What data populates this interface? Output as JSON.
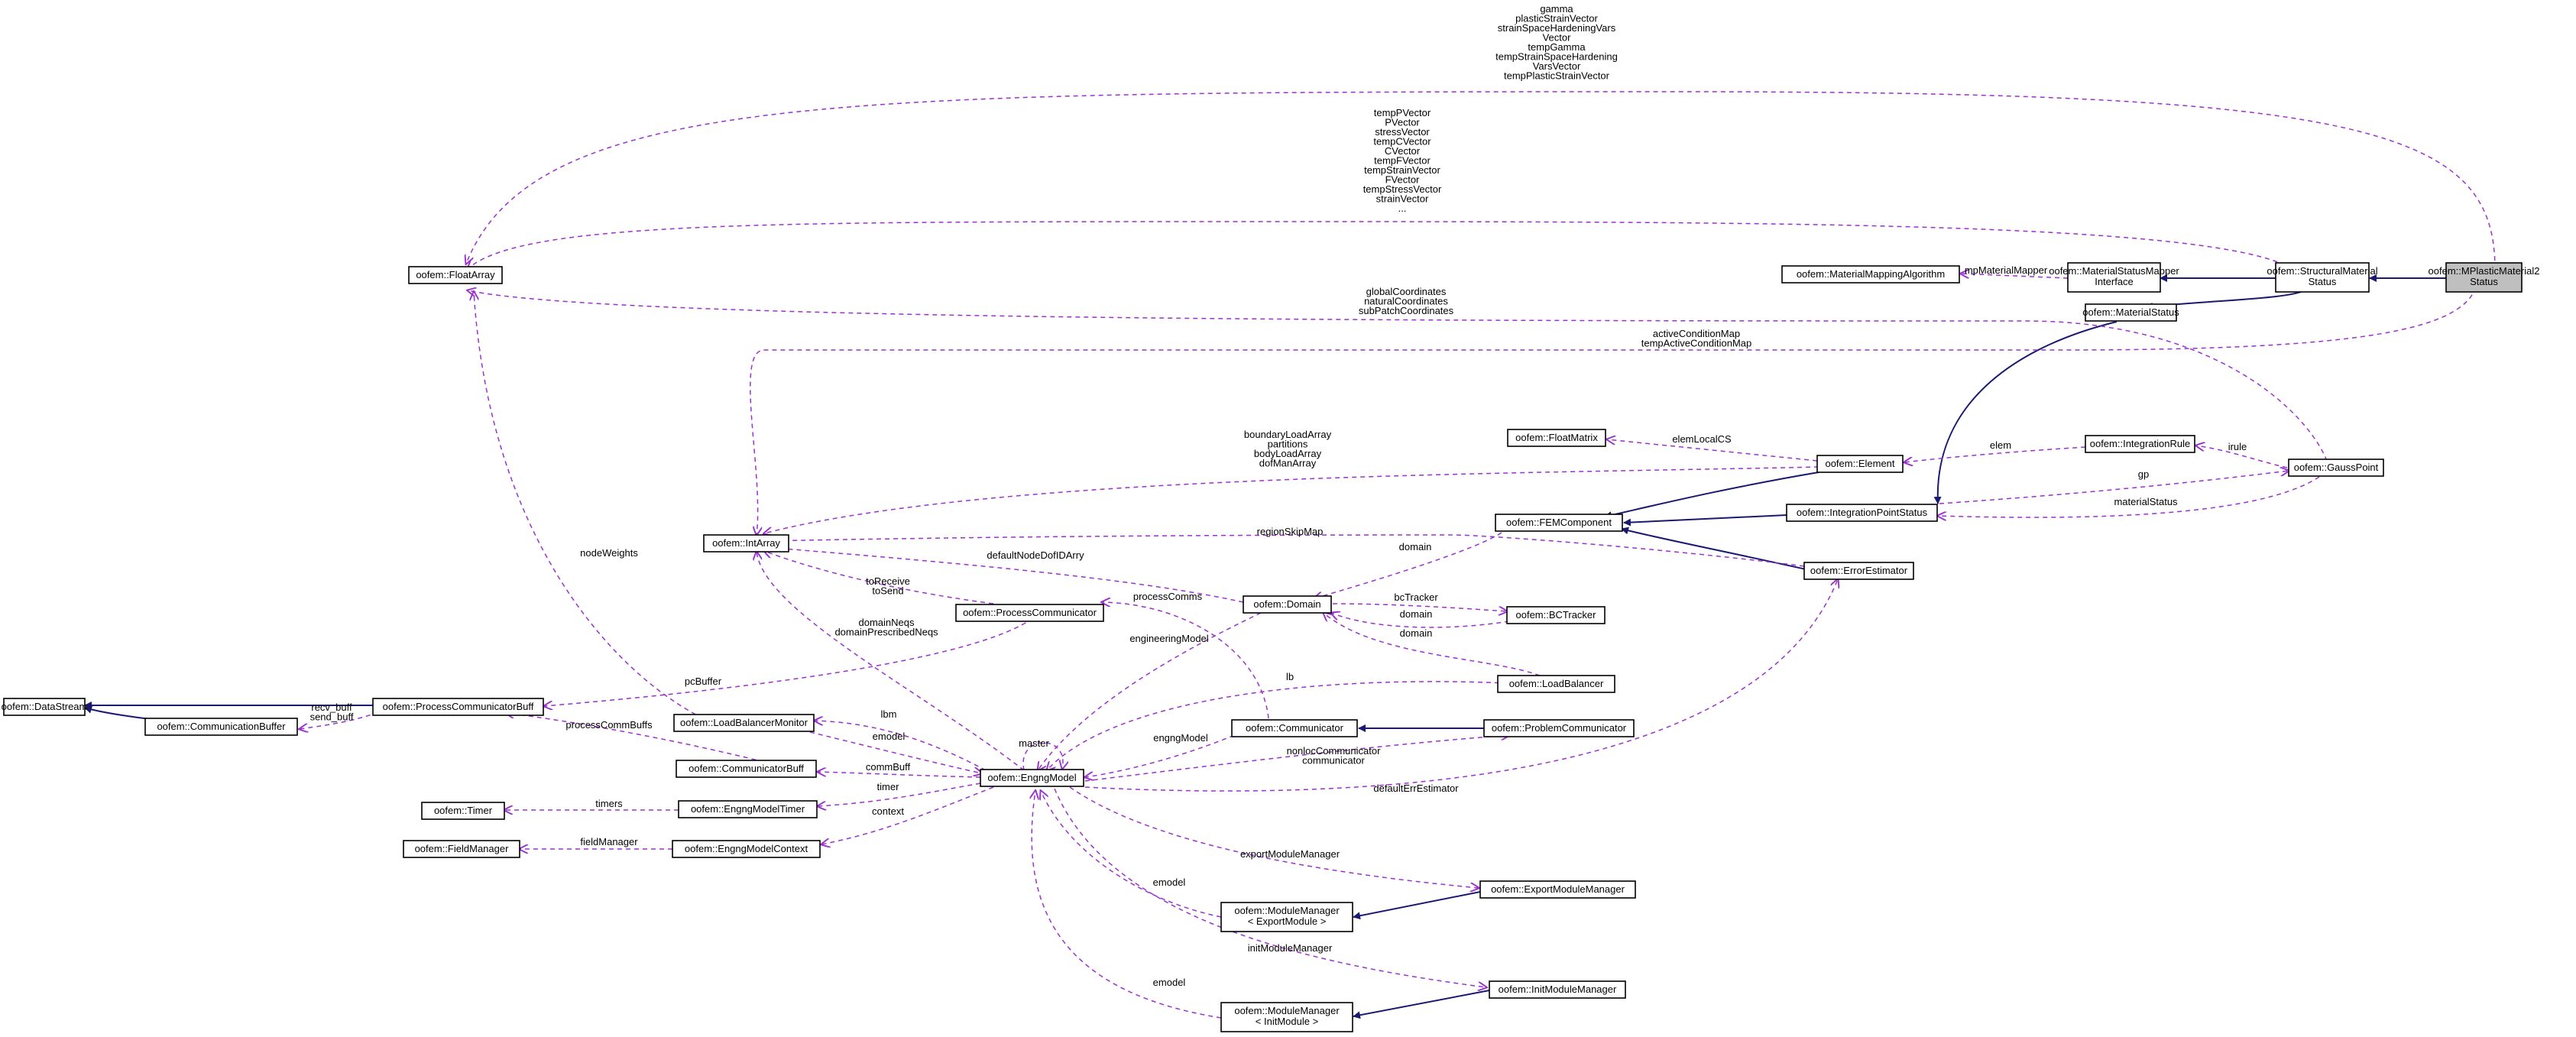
{
  "colors": {
    "inheritance": "#191970",
    "usage": "#9a32cd",
    "highlight": "#bfbfbf"
  },
  "nodes": {
    "mplastic": [
      "oofem::MPlasticMaterial2",
      "Status"
    ],
    "structural": [
      "oofem::StructuralMaterial",
      "Status"
    ],
    "mapper_iface": [
      "oofem::MaterialStatusMapper",
      "Interface"
    ],
    "mapping_algo": [
      "oofem::MaterialMappingAlgorithm"
    ],
    "floatarray": [
      "oofem::FloatArray"
    ],
    "materialstatus": [
      "oofem::MaterialStatus"
    ],
    "ipstatus": [
      "oofem::IntegrationPointStatus"
    ],
    "femcomponent": [
      "oofem::FEMComponent"
    ],
    "element": [
      "oofem::Element"
    ],
    "floatmatrix": [
      "oofem::FloatMatrix"
    ],
    "integrationrule": [
      "oofem::IntegrationRule"
    ],
    "gausspoint": [
      "oofem::GaussPoint"
    ],
    "intarray": [
      "oofem::IntArray"
    ],
    "errorestimator": [
      "oofem::ErrorEstimator"
    ],
    "domain": [
      "oofem::Domain"
    ],
    "bctracker": [
      "oofem::BCTracker"
    ],
    "processcomm": [
      "oofem::ProcessCommunicator"
    ],
    "loadbalancer": [
      "oofem::LoadBalancer"
    ],
    "datastream": [
      "oofem::DataStream"
    ],
    "pcbuff": [
      "oofem::ProcessCommunicatorBuff"
    ],
    "commbuffer": [
      "oofem::CommunicationBuffer"
    ],
    "lbmonitor": [
      "oofem::LoadBalancerMonitor"
    ],
    "communicator": [
      "oofem::Communicator"
    ],
    "problemcomm": [
      "oofem::ProblemCommunicator"
    ],
    "commbuff": [
      "oofem::CommunicatorBuff"
    ],
    "engngmodel": [
      "oofem::EngngModel"
    ],
    "timer": [
      "oofem::Timer"
    ],
    "engngtimer": [
      "oofem::EngngModelTimer"
    ],
    "fieldmanager": [
      "oofem::FieldManager"
    ],
    "engngcontext": [
      "oofem::EngngModelContext"
    ],
    "exportmm": [
      "oofem::ExportModuleManager"
    ],
    "mm_export": [
      "oofem::ModuleManager",
      "< ExportModule >"
    ],
    "initmm": [
      "oofem::InitModuleManager"
    ],
    "mm_init": [
      "oofem::ModuleManager",
      "< InitModule >"
    ]
  },
  "edge_labels": {
    "gamma_group": [
      "gamma",
      "plasticStrainVector",
      "strainSpaceHardeningVars",
      "Vector",
      "tempGamma",
      "tempStrainSpaceHardening",
      "VarsVector",
      "tempPlasticStrainVector"
    ],
    "structural_group": [
      "tempPVector",
      "PVector",
      "stressVector",
      "tempCVector",
      "CVector",
      "tempFVector",
      "tempStrainVector",
      "FVector",
      "tempStressVector",
      "strainVector",
      "..."
    ],
    "gauss_coords": [
      "globalCoordinates",
      "naturalCoordinates",
      "subPatchCoordinates"
    ],
    "active_cond": [
      "activeConditionMap",
      "tempActiveConditionMap"
    ],
    "element_intarrays": [
      "boundaryLoadArray",
      "partitions",
      "bodyLoadArray",
      "dofManArray"
    ],
    "mp_mapper": [
      "mpMaterialMapper"
    ],
    "elem_local_cs": [
      "elemLocalCS"
    ],
    "elem": [
      "elem"
    ],
    "irule": [
      "irule"
    ],
    "gp": [
      "gp"
    ],
    "material_status": [
      "materialStatus"
    ],
    "region_skip": [
      "regionSkipMap"
    ],
    "default_node_dof": [
      "defaultNodeDofIDArry"
    ],
    "domain_from_fem": [
      "domain"
    ],
    "bctracker": [
      "bcTracker"
    ],
    "domain_from_bct": [
      "domain"
    ],
    "domain_from_lb": [
      "domain"
    ],
    "to_receive": [
      "toReceive",
      "toSend"
    ],
    "node_weights": [
      "nodeWeights"
    ],
    "domain_neqs": [
      "domainNeqs",
      "domainPrescribedNeqs"
    ],
    "process_comms": [
      "processComms"
    ],
    "engineering_model": [
      "engineeringModel"
    ],
    "pc_buffer": [
      "pcBuffer"
    ],
    "recv_send": [
      "recv_buff",
      "send_buff"
    ],
    "process_comm_buffs": [
      "processCommBuffs"
    ],
    "lb": [
      "lb"
    ],
    "lbm": [
      "lbm"
    ],
    "emodel_lbm": [
      "emodel"
    ],
    "master": [
      "master"
    ],
    "engng_model": [
      "engngModel"
    ],
    "nonloc": [
      "nonlocCommunicator",
      "communicator"
    ],
    "comm_buff": [
      "commBuff"
    ],
    "timer": [
      "timer"
    ],
    "timers": [
      "timers"
    ],
    "context": [
      "context"
    ],
    "field_manager": [
      "fieldManager"
    ],
    "default_err": [
      "defaultErrEstimator"
    ],
    "export_mm": [
      "exportModuleManager"
    ],
    "emodel_export": [
      "emodel"
    ],
    "init_mm": [
      "initModuleManager"
    ],
    "emodel_init": [
      "emodel"
    ]
  }
}
